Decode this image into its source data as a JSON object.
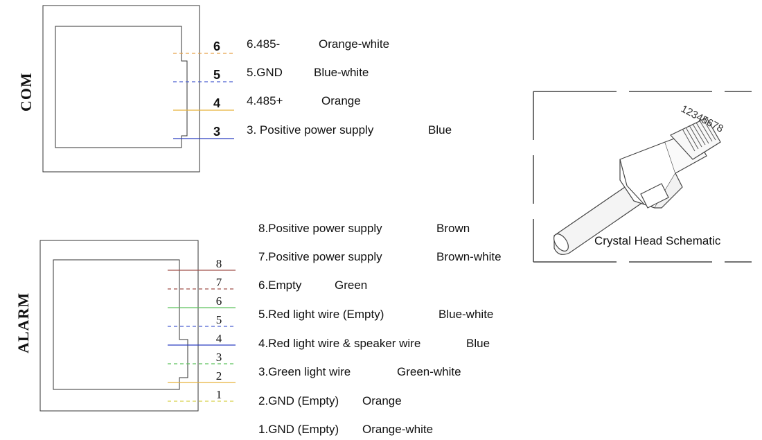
{
  "com": {
    "label": "COM",
    "pins": [
      {
        "num": "6",
        "name": "6.485-",
        "color_name": "Orange-white",
        "line_color": "#e8a24a",
        "dashed": true
      },
      {
        "num": "5",
        "name": "5.GND",
        "color_name": "Blue-white",
        "line_color": "#4a5fd0",
        "dashed": true
      },
      {
        "num": "4",
        "name": "4.485+",
        "color_name": "Orange",
        "line_color": "#e6b23a",
        "dashed": false
      },
      {
        "num": "3",
        "name": "3. Positive power supply",
        "color_name": "Blue",
        "line_color": "#2a3fc0",
        "dashed": false
      }
    ]
  },
  "alarm": {
    "label": "ALARM",
    "pins": [
      {
        "num": "8",
        "name": "8.Positive power supply",
        "color_name": "Brown",
        "line_color": "#a0524a",
        "dashed": false
      },
      {
        "num": "7",
        "name": "7.Positive power supply",
        "color_name": "Brown-white",
        "line_color": "#a0524a",
        "dashed": true
      },
      {
        "num": "6",
        "name": "6.Empty",
        "color_name": "Green",
        "line_color": "#5cc25c",
        "dashed": false
      },
      {
        "num": "5",
        "name": "5.Red light wire (Empty)",
        "color_name": "Blue-white",
        "line_color": "#4a5fd0",
        "dashed": true
      },
      {
        "num": "4",
        "name": "4.Red light wire & speaker wire",
        "color_name": "Blue",
        "line_color": "#2a3fc0",
        "dashed": false
      },
      {
        "num": "3",
        "name": "3.Green light wire",
        "color_name": "Green-white",
        "line_color": "#5cc25c",
        "dashed": true
      },
      {
        "num": "2",
        "name": "2.GND (Empty)",
        "color_name": "Orange",
        "line_color": "#e6b23a",
        "dashed": false
      },
      {
        "num": "1",
        "name": "1.GND (Empty)",
        "color_name": "Orange-white",
        "line_color": "#d8d04a",
        "dashed": true
      }
    ]
  },
  "schematic": {
    "caption": "Crystal Head Schematic",
    "pin_numbers": "12345678"
  }
}
